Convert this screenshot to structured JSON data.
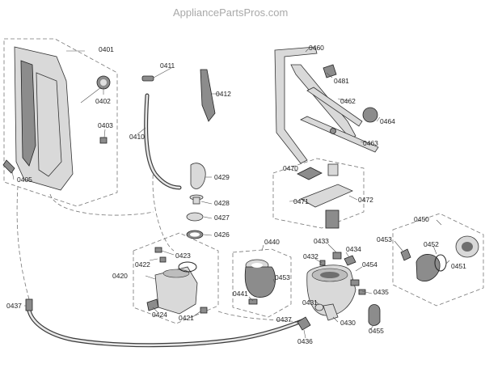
{
  "watermark": "AppliancePartsPros.com",
  "labels": {
    "p0401": "0401",
    "p0402": "0402",
    "p0403": "0403",
    "p0405": "0405",
    "p0411": "0411",
    "p0412": "0412",
    "p0410": "0410",
    "p0429": "0429",
    "p0428": "0428",
    "p0427": "0427",
    "p0426": "0426",
    "p0460": "0460",
    "p0481": "0481",
    "p0462": "0462",
    "p0464": "0464",
    "p0463": "0463",
    "p0470": "0470",
    "p0471": "0471",
    "p0472": "0472",
    "p0450": "0450",
    "p0453a": "0453",
    "p0452": "0452",
    "p0451": "0451",
    "p0440": "0440",
    "p0441": "0441",
    "p0453b": "0453",
    "p0433": "0433",
    "p0434": "0434",
    "p0432": "0432",
    "p0454": "0454",
    "p0435": "0435",
    "p0431": "0431",
    "p0437a": "0437",
    "p0430": "0430",
    "p0436": "0436",
    "p0455": "0455",
    "p0423": "0423",
    "p0422": "0422",
    "p0420": "0420",
    "p0424": "0424",
    "p0421": "0421",
    "p0437b": "0437"
  }
}
